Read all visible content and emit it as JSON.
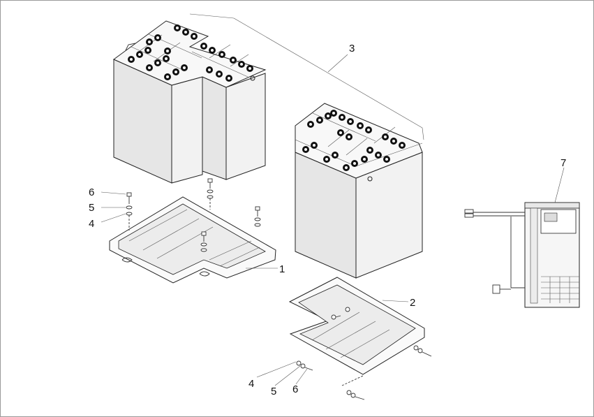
{
  "callouts": {
    "c1": "1",
    "c2": "2",
    "c3": "3",
    "c4a": "4",
    "c5a": "5",
    "c6a": "6",
    "c4b": "4",
    "c5b": "5",
    "c6b": "6",
    "c7": "7"
  }
}
